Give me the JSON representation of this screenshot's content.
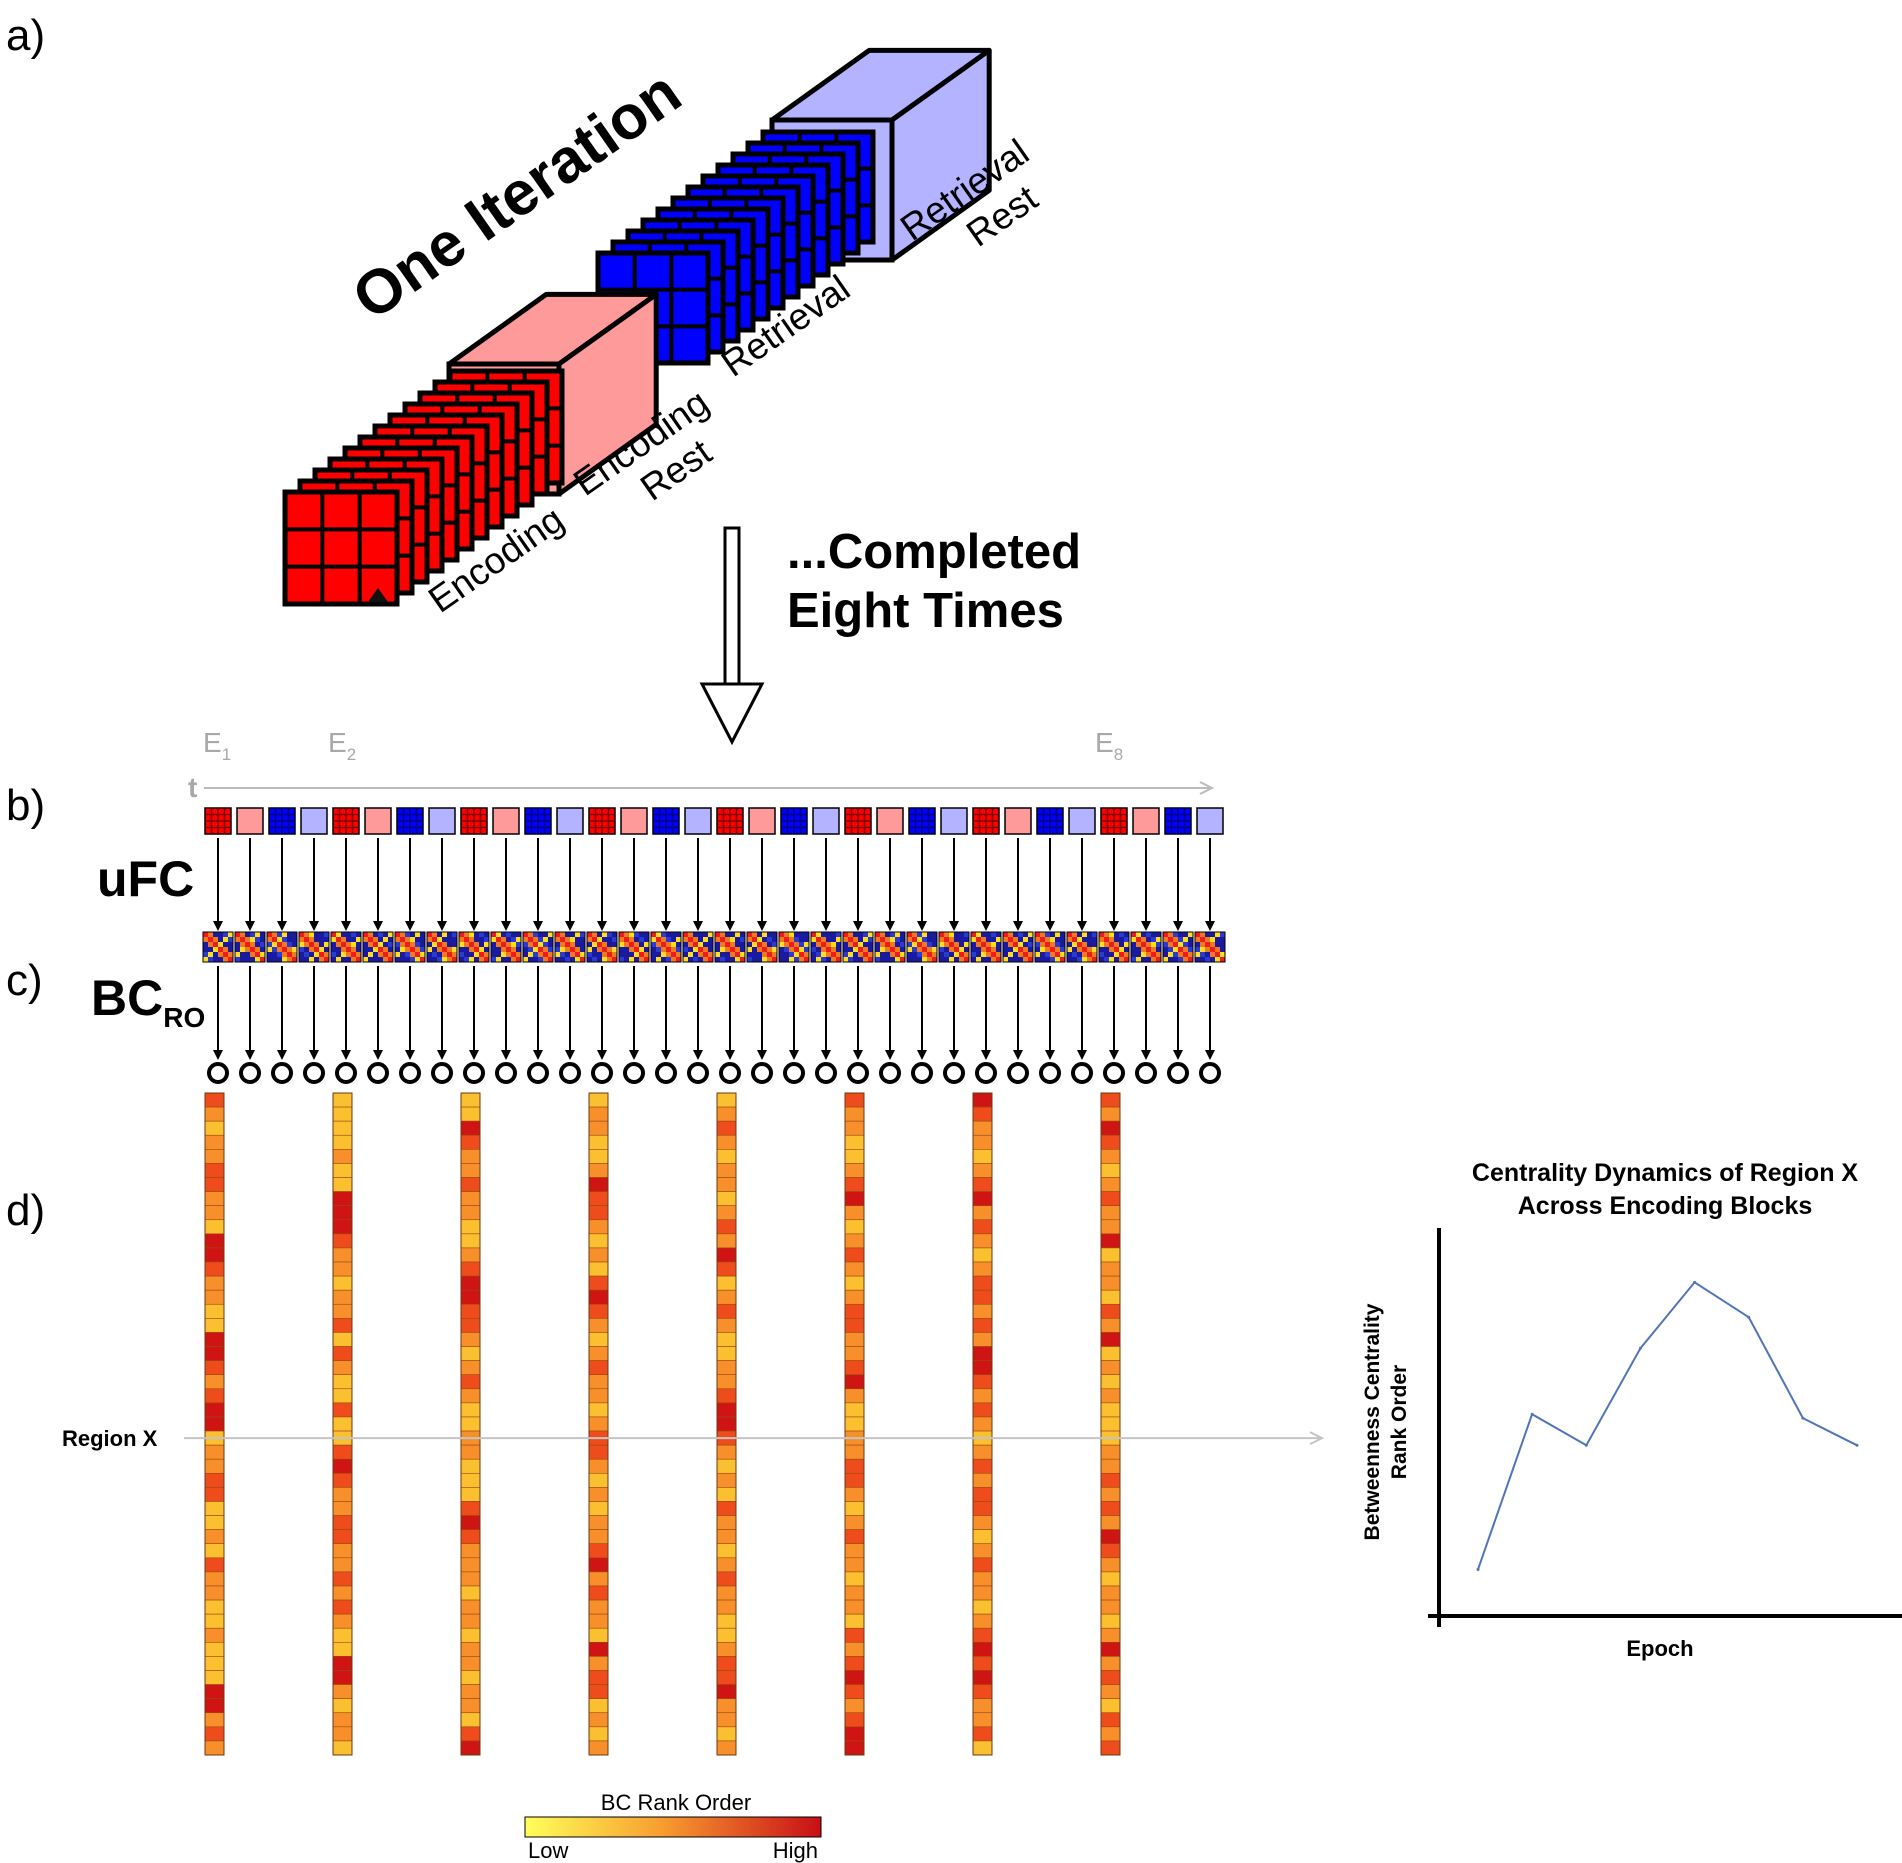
{
  "panels": {
    "a": "a)",
    "b": "b)",
    "c": "c)",
    "d": "d)"
  },
  "iteration": {
    "title": "One Iteration",
    "blocks": {
      "encoding": "Encoding",
      "encoding_rest": [
        "Encoding",
        "Rest"
      ],
      "retrieval": "Retrieval",
      "retrieval_rest": [
        "Retrieval",
        "Rest"
      ]
    },
    "repeat_note": [
      "...Completed",
      "Eight Times"
    ],
    "colors": {
      "encoding": "#ff0000",
      "encoding_rest": "#ff9a9a",
      "retrieval": "#0000ff",
      "retrieval_rest": "#b3b3ff"
    }
  },
  "timeline": {
    "axis": "t",
    "epoch_labels": [
      {
        "base": "E",
        "sub": "1"
      },
      {
        "base": "E",
        "sub": "2"
      },
      {
        "base": "E",
        "sub": "8"
      }
    ],
    "sequence_types": [
      "encoding",
      "encoding_rest",
      "retrieval",
      "retrieval_rest"
    ],
    "iterations": 8
  },
  "ufc": {
    "label": "uFC"
  },
  "bc": {
    "label": "BC",
    "sub": "RO"
  },
  "region": {
    "label": "Region X"
  },
  "columns": [
    [
      3,
      2,
      1,
      2,
      2,
      3,
      3,
      2,
      2,
      1,
      4,
      4,
      3,
      2,
      2,
      1,
      1,
      4,
      4,
      3,
      2,
      3,
      4,
      4,
      1,
      2,
      2,
      3,
      3,
      1,
      1,
      2,
      1,
      3,
      2,
      2,
      1,
      1,
      2,
      1,
      1,
      1,
      4,
      4,
      2,
      3,
      2
    ],
    [
      1,
      1,
      1,
      1,
      2,
      1,
      1,
      4,
      4,
      4,
      3,
      2,
      2,
      1,
      2,
      2,
      3,
      1,
      3,
      2,
      1,
      1,
      3,
      1,
      1,
      3,
      4,
      3,
      2,
      2,
      3,
      3,
      2,
      2,
      3,
      2,
      3,
      2,
      1,
      1,
      4,
      4,
      2,
      1,
      2,
      2,
      1
    ],
    [
      1,
      1,
      4,
      3,
      2,
      2,
      3,
      2,
      2,
      1,
      1,
      2,
      3,
      4,
      4,
      3,
      3,
      2,
      1,
      2,
      3,
      2,
      1,
      1,
      2,
      2,
      1,
      1,
      1,
      3,
      4,
      3,
      2,
      2,
      2,
      1,
      2,
      2,
      1,
      2,
      2,
      1,
      2,
      2,
      1,
      3,
      4
    ],
    [
      1,
      2,
      2,
      1,
      1,
      2,
      4,
      3,
      3,
      2,
      1,
      2,
      1,
      3,
      4,
      3,
      2,
      1,
      2,
      3,
      2,
      2,
      1,
      2,
      3,
      3,
      2,
      1,
      2,
      1,
      2,
      2,
      3,
      4,
      2,
      3,
      2,
      2,
      1,
      4,
      2,
      3,
      3,
      1,
      2,
      1,
      2
    ],
    [
      1,
      2,
      3,
      2,
      1,
      2,
      2,
      1,
      2,
      3,
      2,
      4,
      3,
      1,
      2,
      3,
      2,
      1,
      1,
      2,
      2,
      3,
      4,
      4,
      3,
      2,
      1,
      2,
      1,
      3,
      2,
      2,
      1,
      2,
      3,
      2,
      2,
      1,
      1,
      2,
      3,
      3,
      4,
      2,
      2,
      1,
      2
    ],
    [
      3,
      2,
      2,
      1,
      1,
      2,
      3,
      4,
      2,
      1,
      2,
      3,
      2,
      1,
      2,
      3,
      3,
      2,
      2,
      3,
      4,
      2,
      1,
      1,
      2,
      2,
      3,
      3,
      2,
      1,
      2,
      3,
      2,
      2,
      1,
      2,
      2,
      1,
      3,
      2,
      3,
      4,
      3,
      2,
      3,
      4,
      4
    ],
    [
      4,
      3,
      2,
      2,
      1,
      2,
      3,
      4,
      2,
      3,
      2,
      1,
      2,
      3,
      3,
      2,
      3,
      2,
      4,
      4,
      3,
      2,
      3,
      2,
      1,
      2,
      3,
      2,
      3,
      3,
      2,
      1,
      2,
      3,
      2,
      2,
      1,
      2,
      3,
      4,
      3,
      4,
      3,
      2,
      2,
      3,
      1
    ],
    [
      3,
      2,
      4,
      3,
      2,
      1,
      2,
      3,
      2,
      2,
      4,
      1,
      2,
      2,
      1,
      3,
      2,
      4,
      1,
      2,
      1,
      2,
      1,
      1,
      1,
      2,
      2,
      3,
      2,
      3,
      2,
      4,
      3,
      2,
      1,
      2,
      2,
      1,
      2,
      4,
      2,
      3,
      2,
      1,
      3,
      2,
      3
    ]
  ],
  "region_x_row": 24,
  "colorbar": {
    "title": "BC Rank Order",
    "low": "Low",
    "high": "High",
    "colors": [
      "#ffff4a",
      "#fbc030",
      "#f7902a",
      "#ee4c1c",
      "#cf1414"
    ]
  },
  "chart_data": {
    "type": "line",
    "title": "Centrality Dynamics of Region X Across Encoding Blocks",
    "xlabel": "Epoch",
    "ylabel": "Betweenness Centrality Rank Order",
    "x": [
      1,
      2,
      3,
      4,
      5,
      6,
      7,
      8
    ],
    "series": [
      {
        "values": [
          0.12,
          0.52,
          0.44,
          0.69,
          0.86,
          0.77,
          0.51,
          0.44
        ]
      }
    ],
    "ylim": [
      0,
      1
    ],
    "grid": false,
    "ticks": false,
    "line_color": "#4f74b8"
  }
}
